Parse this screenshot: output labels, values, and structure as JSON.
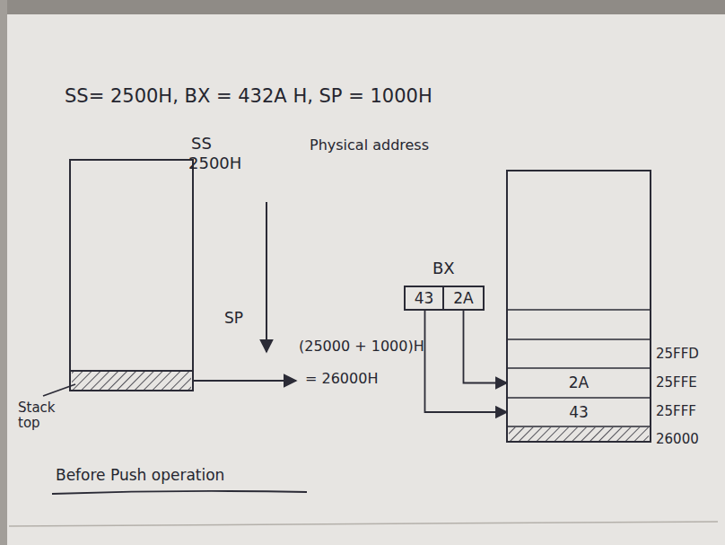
{
  "diagram": {
    "nodes": [
      {
        "text": [
          "BX"
        ]
      },
      {
        "text": [
          "43"
        ],
        "in": 0
      },
      {
        "text": [
          "2A"
        ],
        "in": 0
      },
      {
        "text": [
          "2A"
        ]
      },
      {
        "text": [
          "43"
        ]
      }
    ],
    "edges": [
      {
        "from": 2,
        "to": 3,
        "arrow": "to"
      },
      {
        "from": 1,
        "to": 4,
        "arrow": "to"
      }
    ],
    "labels": [
      "SS= 2500H, BX = 432A H, SP = 1000H",
      "SS",
      "2500H",
      "Physical address",
      "SP",
      "(25000 + 1000)H",
      "= 26000H",
      "Stack top",
      "Before Push operation",
      "25FFD",
      "25FFE",
      "25FFF",
      "26000"
    ]
  }
}
